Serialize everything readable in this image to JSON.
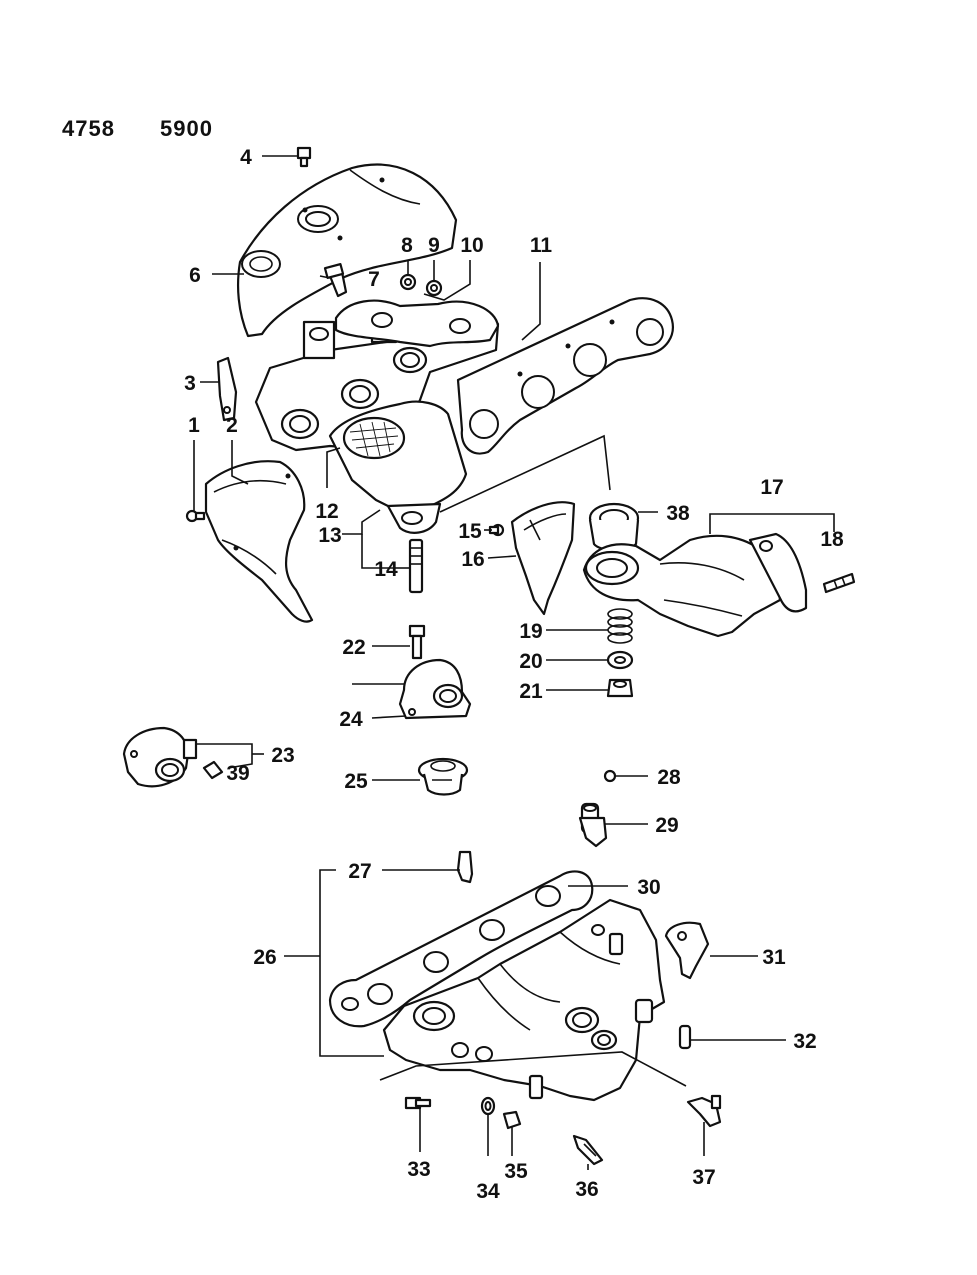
{
  "header": {
    "code_left": "4758",
    "code_right": "5900"
  },
  "callouts": [
    "1",
    "2",
    "3",
    "4",
    "6",
    "7",
    "8",
    "9",
    "10",
    "11",
    "12",
    "13",
    "14",
    "15",
    "16",
    "17",
    "18",
    "19",
    "20",
    "21",
    "22",
    "23",
    "24",
    "25",
    "26",
    "27",
    "28",
    "29",
    "30",
    "31",
    "32",
    "33",
    "34",
    "35",
    "36",
    "37",
    "38",
    "39"
  ]
}
